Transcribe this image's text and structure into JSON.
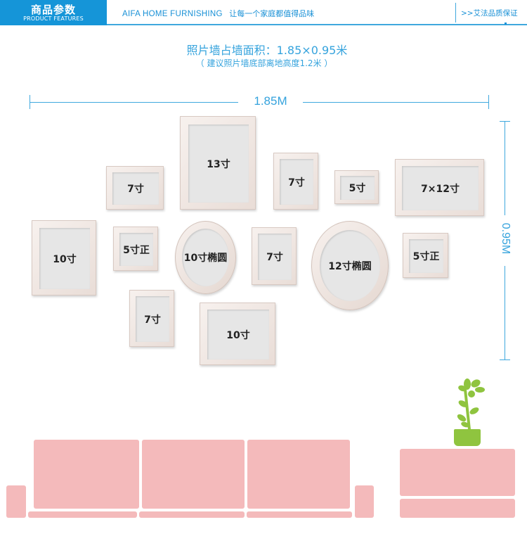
{
  "header": {
    "tag_zh": "商品参数",
    "tag_en": "PRODUCT FEATURES",
    "brand_en": "AIFA HOME FURNISHING",
    "brand_slogan": "让每一个家庭都值得品味",
    "right_text": ">>艾法品质保证"
  },
  "area": {
    "title": "照片墙占墙面积：1.85×0.95米",
    "note": "（ 建议照片墙底部离地高度1.2米 ）"
  },
  "dimensions": {
    "width_label": "1.85M",
    "height_label": "0.95M"
  },
  "frames": {
    "f13": "13寸",
    "f7a": "7寸",
    "f7b": "7寸",
    "f5": "5寸",
    "f7x12": "7×12寸",
    "f10a": "10寸",
    "f5za": "5寸正",
    "oval10": "10寸椭圆",
    "f7c": "7寸",
    "oval12": "12寸椭圆",
    "f5zb": "5寸正",
    "f7d": "7寸",
    "f10b": "10寸"
  },
  "colors": {
    "accent": "#1595d8",
    "sofa": "#f4babb",
    "plant": "#8fc43f"
  }
}
